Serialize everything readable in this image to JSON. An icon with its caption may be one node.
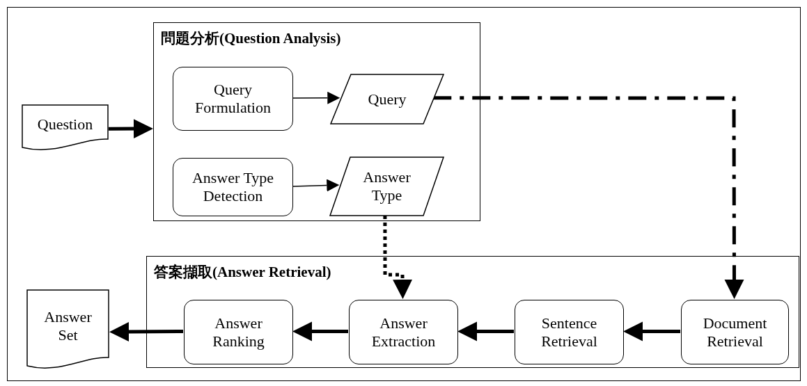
{
  "diagram": {
    "nodes": [
      {
        "text": [
          "Question"
        ]
      },
      {
        "text": [
          "問題分析(Question Analysis)"
        ]
      },
      {
        "text": [
          "Query Formulation"
        ],
        "in": 1
      },
      {
        "text": [
          "Query"
        ],
        "in": 1
      },
      {
        "text": [
          "Answer Type Detection"
        ],
        "in": 1
      },
      {
        "text": [
          "Answer Type"
        ],
        "in": 1
      },
      {
        "text": [
          "Answer Set"
        ]
      },
      {
        "text": [
          "答案擷取(Answer Retrieval)"
        ]
      },
      {
        "text": [
          "Answer Ranking"
        ],
        "in": 7
      },
      {
        "text": [
          "Answer Extraction"
        ],
        "in": 7
      },
      {
        "text": [
          "Sentence Retrieval"
        ],
        "in": 7
      },
      {
        "text": [
          "Document Retrieval"
        ],
        "in": 7
      }
    ],
    "edges": [
      {
        "from": 0,
        "to": 1,
        "arrow": "to"
      },
      {
        "from": 2,
        "to": 3,
        "arrow": "to"
      },
      {
        "from": 4,
        "to": 5,
        "arrow": "to"
      },
      {
        "from": 3,
        "to": 11,
        "arrow": "to",
        "style": "dashed"
      },
      {
        "from": 5,
        "to": 9,
        "arrow": "to",
        "style": "dashed"
      },
      {
        "from": 11,
        "to": 10,
        "arrow": "to"
      },
      {
        "from": 10,
        "to": 9,
        "arrow": "to"
      },
      {
        "from": 9,
        "to": 8,
        "arrow": "to"
      },
      {
        "from": 8,
        "to": 6,
        "arrow": "to"
      }
    ]
  }
}
